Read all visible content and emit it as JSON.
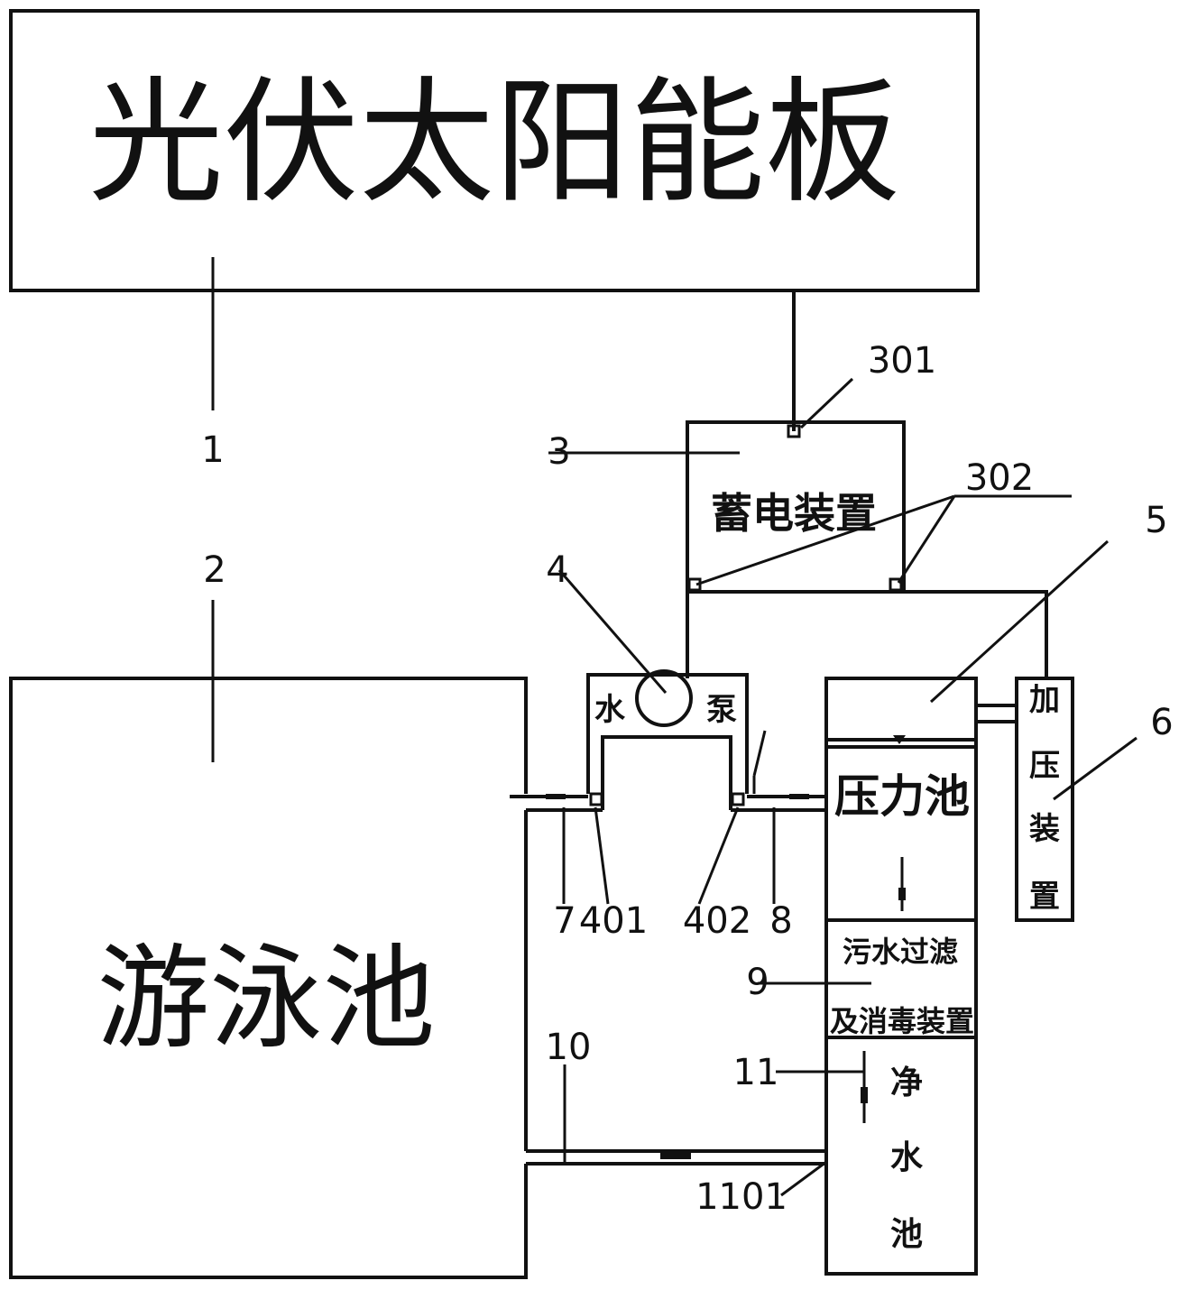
{
  "components": {
    "solar_panel": "光伏太阳能板",
    "swimming_pool": "游泳池",
    "battery": "蓄电装置",
    "pump_left": "水",
    "pump_right": "泵",
    "pressure_pool": "压力池",
    "pressurizer": [
      "加",
      "压",
      "装",
      "置"
    ],
    "filter_line1": "污水过滤",
    "filter_line2": "及消毒装置",
    "clean_pool": [
      "净",
      "水",
      "池"
    ]
  },
  "labels": {
    "n1": "1",
    "n2": "2",
    "n3": "3",
    "n301": "301",
    "n302": "302",
    "n4": "4",
    "n5": "5",
    "n6": "6",
    "n7": "7",
    "n401": "401",
    "n402": "402",
    "n8": "8",
    "n9": "9",
    "n10": "10",
    "n11": "11",
    "n1101": "1101"
  }
}
